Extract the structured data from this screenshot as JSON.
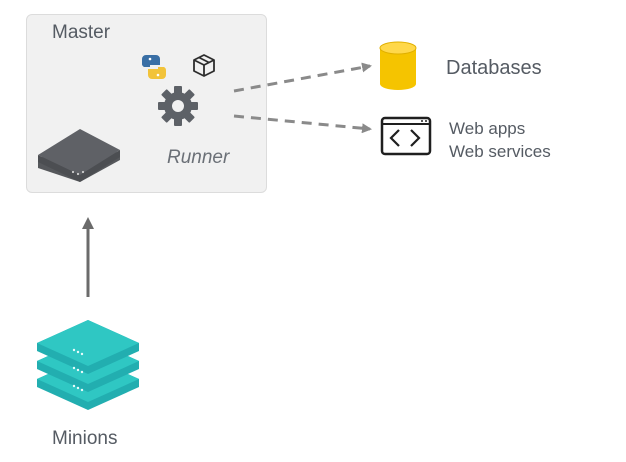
{
  "master": {
    "title": "Master"
  },
  "runner": {
    "label": "Runner"
  },
  "targets": {
    "databases": "Databases",
    "web_line1": "Web apps",
    "web_line2": "Web services"
  },
  "minions": {
    "label": "Minions"
  },
  "icons": {
    "gear": "gear-icon",
    "python": "python-icon",
    "package": "package-icon",
    "server": "server-icon",
    "database": "database-icon",
    "code_window": "code-window-icon",
    "server_stack": "server-stack-icon"
  },
  "colors": {
    "gear": "#5d6167",
    "database": "#f5c400",
    "minions": "#2fc7c3",
    "arrow": "#8a8a8a",
    "text": "#555b63"
  }
}
